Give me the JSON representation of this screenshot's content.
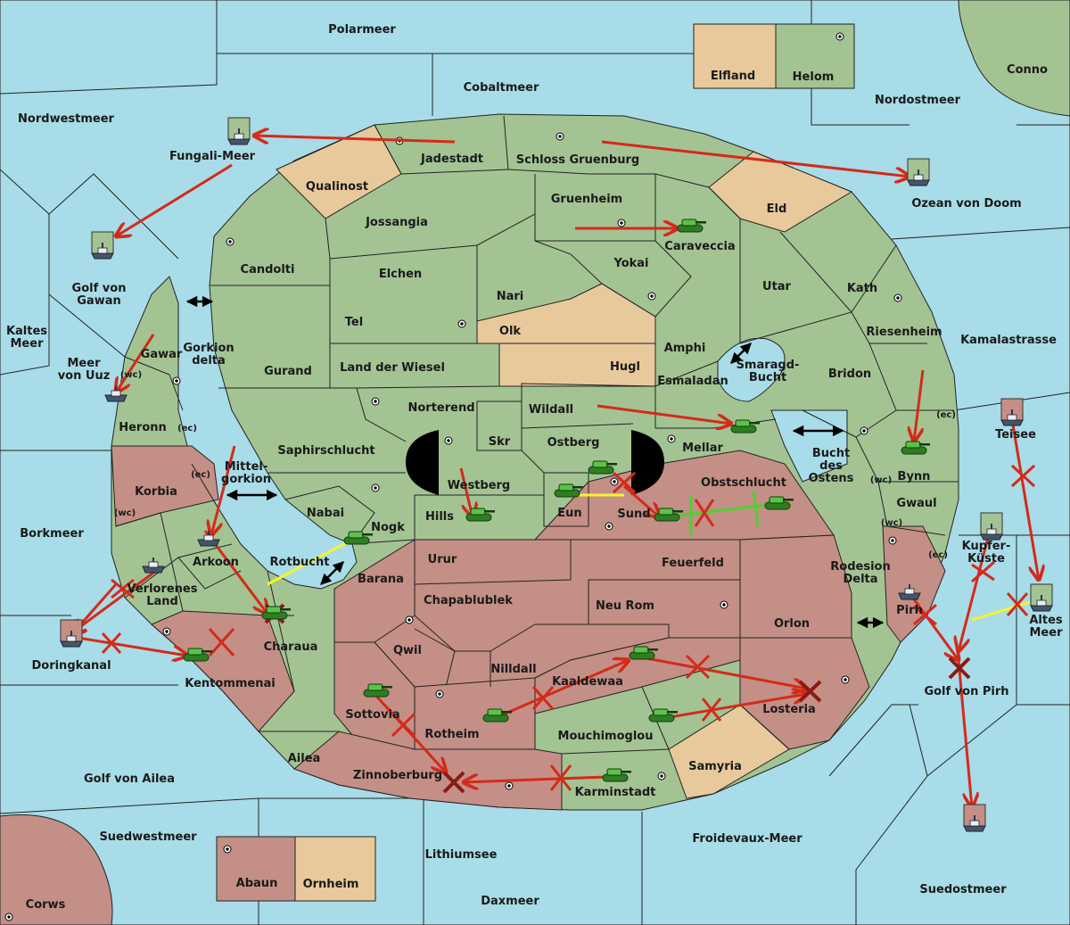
{
  "colors": {
    "sea": "#a8dce8",
    "green": "#a3c393",
    "red": "#c48f86",
    "tan": "#e8c99b",
    "order": "#d42a1a",
    "support": "#f5f52a",
    "convoy": "#50d030"
  },
  "icons": {
    "fleet": "fleet-ship-icon",
    "army": "army-tank-icon",
    "supply": "supply-center-icon",
    "dislodged": "dislodged-x-icon"
  },
  "seas": {
    "polarmeer": "Polarmeer",
    "cobaltmeer": "Cobaltmeer",
    "nordwestmeer": "Nordwestmeer",
    "nordostmeer": "Nordostmeer",
    "conno": "Conno",
    "fungali_meer": "Fungali-Meer",
    "ozean_von_doom": "Ozean von Doom",
    "golf_von_gawan": [
      "Golf von",
      "Gawan"
    ],
    "kaltes_meer": [
      "Kaltes",
      "Meer"
    ],
    "meer_von_uuz": [
      "Meer",
      "von Uuz"
    ],
    "gorkion_delta": [
      "Gorkion",
      "delta"
    ],
    "mittel_gorkion": [
      "Mittel-",
      "gorkion"
    ],
    "borkmeer": "Borkmeer",
    "rotbucht": "Rotbucht",
    "smaragd_bucht": [
      "Smaragd-",
      "Bucht"
    ],
    "bucht_des_ostens": [
      "Bucht",
      "des",
      "Ostens"
    ],
    "kamalastrasse": "Kamalastrasse",
    "rodesion_delta": [
      "Rodesion",
      "Delta"
    ],
    "golf_von_pirh": "Golf von Pirh",
    "altes_meer": [
      "Altes",
      "Meer"
    ],
    "kupfer_kueste": [
      "Kupfer-",
      "Küste"
    ],
    "teisee": "Teisee",
    "doringkanal": "Doringkanal",
    "golf_von_ailea": "Golf von Ailea",
    "suedwestmeer": "Suedwestmeer",
    "corws": "Corws",
    "lithiumsee": "Lithiumsee",
    "daxmeer": "Daxmeer",
    "froidevaux_meer": "Froidevaux-Meer",
    "suedostmeer": "Suedostmeer"
  },
  "lands": {
    "elfland": "Elfland",
    "helom": "Helom",
    "jadestadt": "Jadestadt",
    "schloss_gruenburg": "Schloss Gruenburg",
    "qualinost": "Qualinost",
    "eld": "Eld",
    "jossangia": "Jossangia",
    "gruenheim": "Gruenheim",
    "caraveccia": "Caraveccia",
    "candolti": "Candolti",
    "elchen": "Elchen",
    "yokai": "Yokai",
    "nari": "Nari",
    "utar": "Utar",
    "kath": "Kath",
    "tel": "Tel",
    "olk": "Olk",
    "amphi": "Amphi",
    "riesenheim": "Riesenheim",
    "gurand": "Gurand",
    "land_der_wiesel": "Land der Wiesel",
    "hugl": "Hugl",
    "esmaladan": "Esmaladan",
    "bridon": "Bridon",
    "gawar": "Gawar",
    "heronn": "Heronn",
    "norterend": "Norterend",
    "wildall": "Wildall",
    "skr": "Skr",
    "ostberg": "Ostberg",
    "mellar": "Mellar",
    "saphirschlucht": "Saphirschlucht",
    "bynn": "Bynn",
    "korbia": "Korbia",
    "westberg": "Westberg",
    "obstschlucht": "Obstschlucht",
    "hills": "Hills",
    "eun": "Eun",
    "sund": "Sund",
    "nabai": "Nabai",
    "nogk": "Nogk",
    "gwaul": "Gwaul",
    "arkoon": "Arkoon",
    "verlorenes_land": [
      "Verlorenes",
      "Land"
    ],
    "urur": "Urur",
    "feuerfeld": "Feuerfeld",
    "barana": "Barana",
    "pirh": "Pirh",
    "chapablublek": "Chapablublek",
    "neu_rom": "Neu Rom",
    "orlon": "Orlon",
    "charaua": "Charaua",
    "qwil": "Qwil",
    "nilldall": "Nilldall",
    "kentommenai": "Kentommenai",
    "kaaldewaa": "Kaaldewaa",
    "losteria": "Losteria",
    "sottovia": "Sottovia",
    "rotheim": "Rotheim",
    "mouchimoglou": "Mouchimoglou",
    "ailea": "Ailea",
    "samyria": "Samyria",
    "zinnoberburg": "Zinnoberburg",
    "karminstadt": "Karminstadt",
    "abaun": "Abaun",
    "ornheim": "Ornheim"
  },
  "coasts": {
    "wc": "(wc)",
    "ec": "(ec)"
  }
}
